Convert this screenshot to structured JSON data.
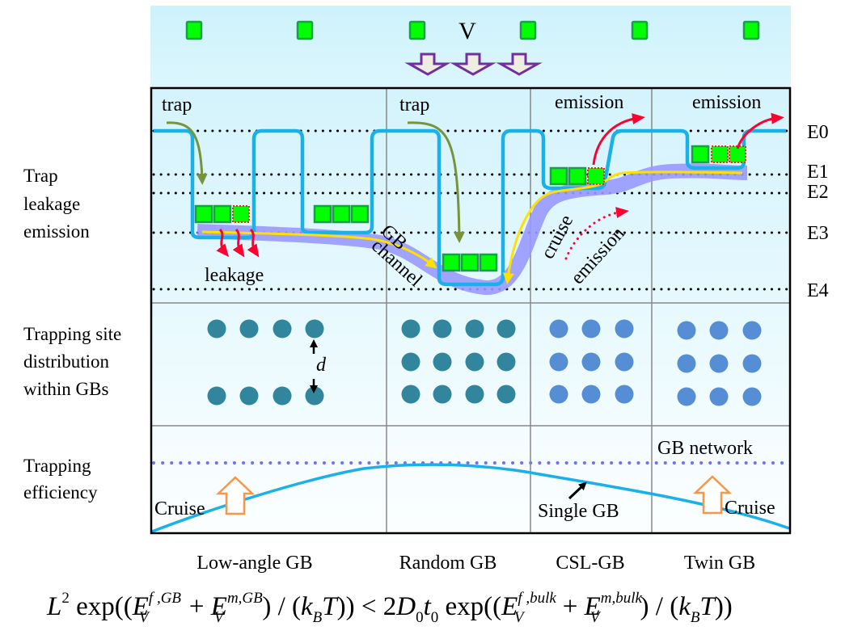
{
  "top_band": {
    "label": "V",
    "vacancy_count": 6,
    "arrow_count": 3
  },
  "row_labels": {
    "energy": [
      "Trap",
      "leakage",
      "emission"
    ],
    "distribution": [
      "Trapping site",
      "distribution",
      "within GBs"
    ],
    "efficiency": [
      "Trapping",
      "efficiency"
    ]
  },
  "columns": [
    "Low-angle GB",
    "Random GB",
    "CSL-GB",
    "Twin GB"
  ],
  "energy_levels": [
    "E0",
    "E1",
    "E2",
    "E3",
    "E4"
  ],
  "energy_annotations": {
    "trap_1": "trap",
    "trap_2": "trap",
    "emission_1": "emission",
    "emission_2": "emission",
    "leakage": "leakage",
    "gb_channel_1": "GB",
    "gb_channel_2": "channel",
    "cruise": "cruise",
    "emission_diag": "emission"
  },
  "distribution": {
    "spacing_label": "d",
    "grids": [
      {
        "column": "Low-angle GB",
        "rows": 2,
        "cols": 4,
        "color": "#31859c"
      },
      {
        "column": "Random GB",
        "rows": 3,
        "cols": 4,
        "color": "#31859c"
      },
      {
        "column": "CSL-GB",
        "rows": 3,
        "cols": 3,
        "color": "#558ed5"
      },
      {
        "column": "Twin GB",
        "rows": 3,
        "cols": 3,
        "color": "#558ed5"
      }
    ]
  },
  "efficiency": {
    "network_label": "GB network",
    "single_label": "Single GB",
    "cruise_left": "Cruise",
    "cruise_right": "Cruise"
  },
  "colors": {
    "band_bg": "#cff3fb",
    "vacancy_fill": "#00ff00",
    "vacancy_stroke": "#1a9e4a",
    "arrow_stroke": "#7030a0",
    "arrow_fill": "#eeeee0",
    "gb_line": "#1ab0e8",
    "channel": "#9999ff",
    "yellow": "#ffe000",
    "trap_arrow": "#77933c",
    "emit_arrow": "#ff0030",
    "cruise_arrow": "#f79646",
    "network_dots": "#7070ff"
  },
  "formula": {
    "lhs_L": "L",
    "lhs_L_sup": "2",
    "exp": "exp((",
    "E": "E",
    "V": "V",
    "f_gb": "f ,GB",
    "m_gb": "m,GB",
    "plus": " + ",
    "div": ") / (",
    "k": "k",
    "B": "B",
    "T": "T",
    "close": "))",
    "lt": " < 2",
    "D": "D",
    "zero": "0",
    "t": "t",
    "f_bulk": "f ,bulk",
    "m_bulk": "m,bulk"
  }
}
